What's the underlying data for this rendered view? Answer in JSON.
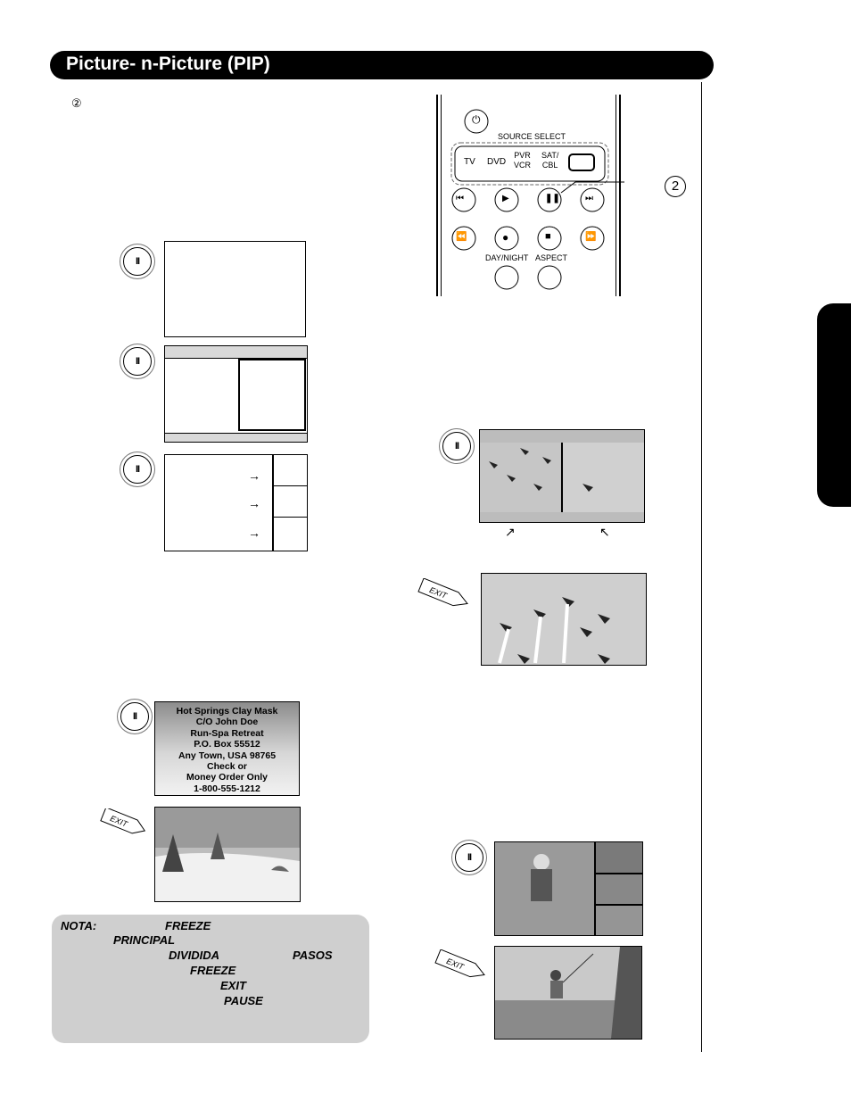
{
  "header": {
    "title": "Picture- n-Picture (PIP)"
  },
  "step_marker": "②",
  "remote": {
    "source_select": "SOURCE SELECT",
    "sources": [
      "TV",
      "DVD",
      "PVR VCR",
      "SAT/ CBL"
    ],
    "pvr_line1": "PVR",
    "pvr_line2": "VCR",
    "sat_line1": "SAT/",
    "sat_line2": "CBL",
    "day_night": "DAY/NIGHT",
    "aspect": "ASPECT",
    "callout": "2"
  },
  "buttons": {
    "pause_symbol": "II",
    "exit_label": "EXIT"
  },
  "address_card": {
    "lines": [
      "Hot Springs Clay Mask",
      "C/O John Doe",
      "Run-Spa Retreat",
      "P.O. Box 55512",
      "Any Town, USA 98765",
      "Check or",
      "Money Order Only",
      "1-800-555-1212"
    ]
  },
  "note": {
    "label": "NOTA:",
    "freeze1": "FREEZE",
    "principal": "PRINCIPAL",
    "dividida": "DIVIDIDA",
    "pasos": "PASOS",
    "freeze2": "FREEZE",
    "exit": "EXIT",
    "pause": "PAUSE"
  }
}
